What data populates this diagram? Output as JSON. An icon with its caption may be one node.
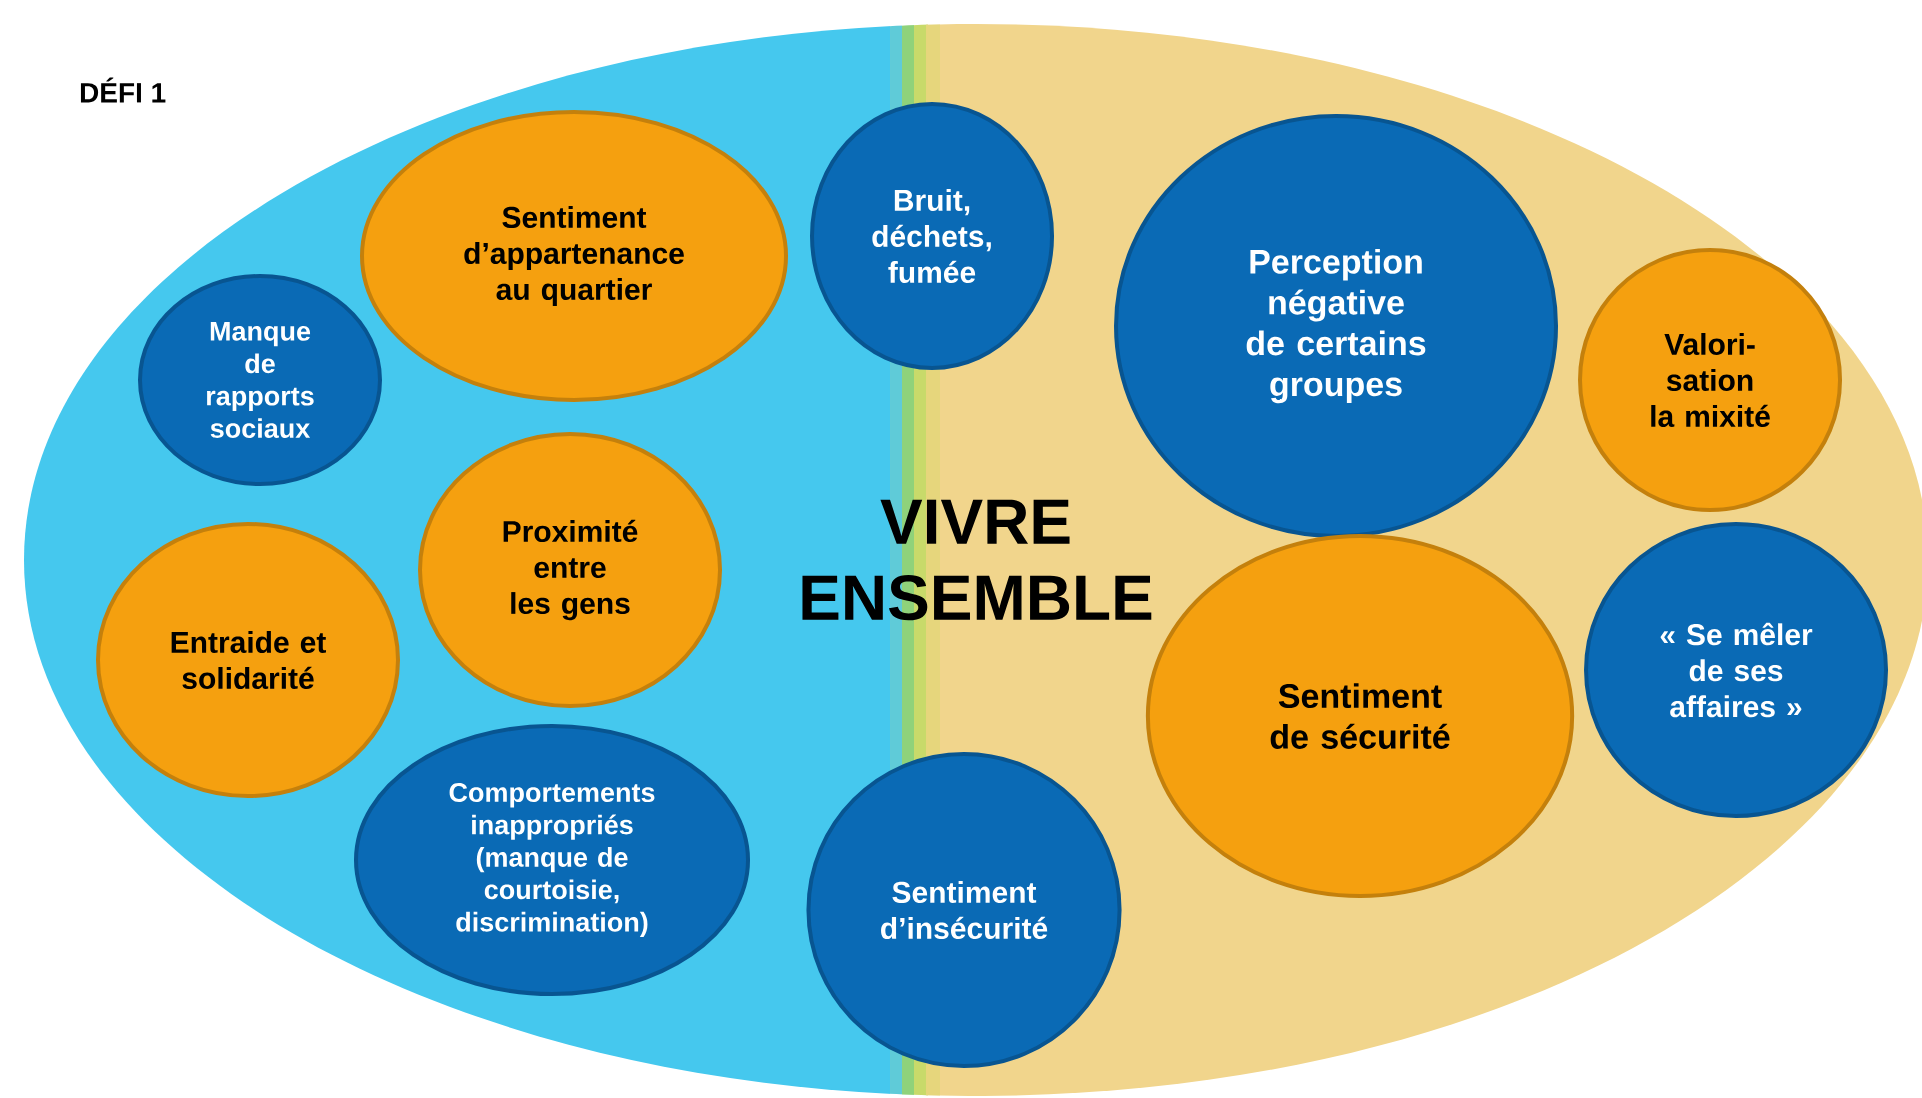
{
  "diagram": {
    "title": "DÉFI 1",
    "nodes": [
      {
        "text": [
          "VIVRE ENSEMBLE"
        ]
      },
      {
        "text": [
          "Bruit, déchets, fumée"
        ]
      },
      {
        "text": [
          "Sentiment d’appartenance au quartier"
        ]
      },
      {
        "text": [
          "Perception négative de certains groupes"
        ],
        "in": 0
      },
      {
        "text": [
          "Manque de rapports sociaux"
        ]
      },
      {
        "text": [
          "Valori- sation la mixité"
        ],
        "in": 0
      },
      {
        "text": [
          "Proximité entre les gens"
        ]
      },
      {
        "text": [
          "Entraide et solidarité"
        ]
      },
      {
        "text": [
          "« Se mêler de ses affaires »"
        ],
        "in": 0
      },
      {
        "text": [
          "Sentiment de sécurité"
        ],
        "in": 0
      },
      {
        "text": [
          "Comportements inappropriés (manque de courtoisie, discrimination)"
        ]
      },
      {
        "text": [
          "Sentiment d’insécurité"
        ]
      }
    ]
  }
}
